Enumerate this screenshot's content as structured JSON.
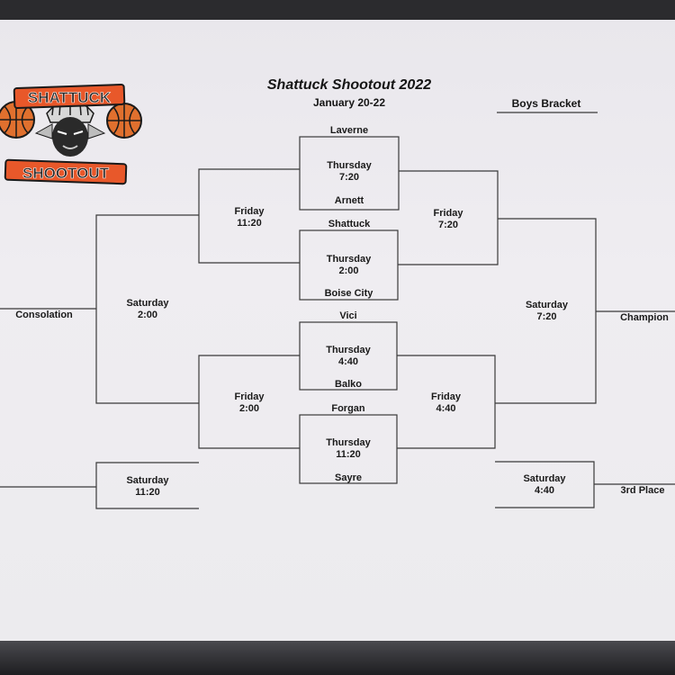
{
  "header": {
    "title": "Shattuck Shootout 2022",
    "dates": "January 20-22",
    "bracket_label": "Boys Bracket"
  },
  "logo": {
    "text_top": "SHATTUCK",
    "text_bottom": "SHOOTOUT",
    "colors": {
      "accent": "#e8582a",
      "ball": "#e0702e",
      "outline": "#1a1a1a"
    }
  },
  "teams": {
    "laverne": "Laverne",
    "arnett": "Arnett",
    "shattuck": "Shattuck",
    "boise_city": "Boise City",
    "vici": "Vici",
    "balko": "Balko",
    "forgan": "Forgan",
    "sayre": "Sayre"
  },
  "games": {
    "thu1": "Thursday\n7:20",
    "thu2": "Thursday\n2:00",
    "thu3": "Thursday\n4:40",
    "thu4": "Thursday\n11:20",
    "fri_left_top": "Friday\n11:20",
    "fri_right_top": "Friday\n7:20",
    "fri_left_bottom": "Friday\n2:00",
    "fri_right_bottom": "Friday\n4:40",
    "sat_left": "Saturday\n2:00",
    "sat_right": "Saturday\n7:20",
    "sat_left_bottom": "Saturday\n11:20",
    "sat_right_bottom": "Saturday\n4:40"
  },
  "outcomes": {
    "consolation": "Consolation",
    "champion": "Champion",
    "third_place": "3rd Place"
  }
}
